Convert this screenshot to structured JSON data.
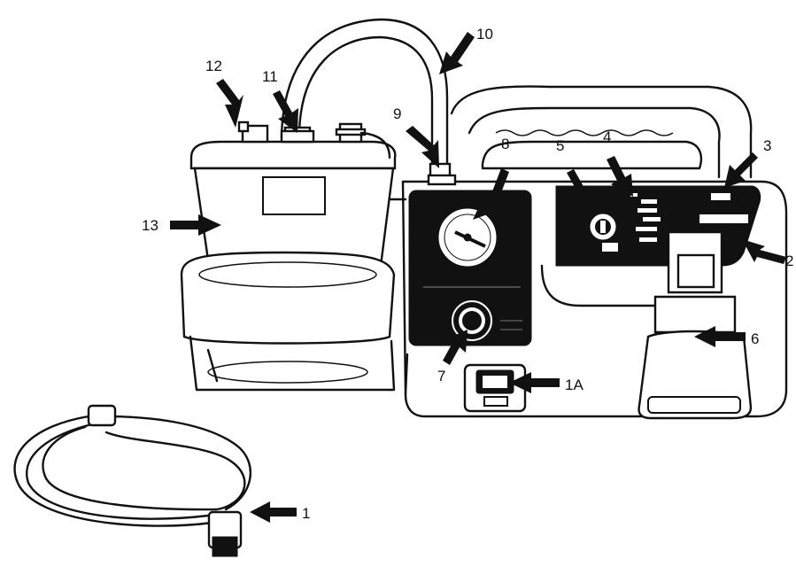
{
  "callouts": [
    {
      "id": "1",
      "label": "1"
    },
    {
      "id": "1a",
      "label": "1A"
    },
    {
      "id": "2",
      "label": "2"
    },
    {
      "id": "3",
      "label": "3"
    },
    {
      "id": "4",
      "label": "4"
    },
    {
      "id": "5",
      "label": "5"
    },
    {
      "id": "6",
      "label": "6"
    },
    {
      "id": "7",
      "label": "7"
    },
    {
      "id": "8",
      "label": "8"
    },
    {
      "id": "9",
      "label": "9"
    },
    {
      "id": "10",
      "label": "10"
    },
    {
      "id": "11",
      "label": "11"
    },
    {
      "id": "12",
      "label": "12"
    },
    {
      "id": "13",
      "label": "13"
    }
  ]
}
